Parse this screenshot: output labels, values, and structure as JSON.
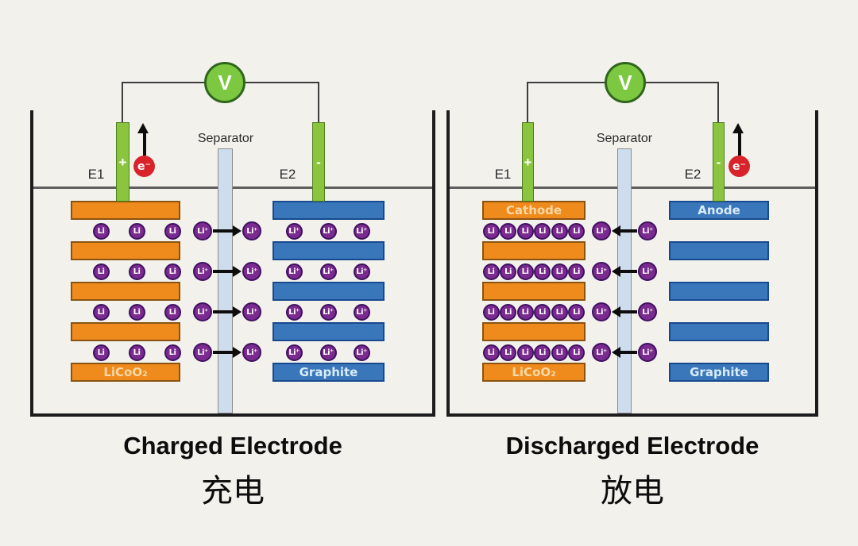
{
  "colors": {
    "background": "#f2f1ec",
    "cathode_orange": "#ef8a1d",
    "cathode_orange_border": "#8a5410",
    "anode_blue": "#3a76ba",
    "anode_blue_border": "#17498e",
    "ion_purple": "#7b2b8f",
    "ion_purple_border": "#3f1160",
    "ion_text": "#ffffff",
    "terminal_green": "#8bc53f",
    "terminal_green_border": "#4e7d1d",
    "voltmeter_green": "#7cc840",
    "voltmeter_green_border": "#2f661c",
    "electron_red": "#d8232a",
    "separator_fill": "#cedded",
    "separator_border": "#8b8b8b",
    "tank_wall": "#1c1c1c",
    "electrolyte_line": "#5e5e5e",
    "wire": "#3d3d3d",
    "arrow_black": "#0d0d0d",
    "label_text": "#2b2b2b",
    "caption_text": "#0c0c0c",
    "cathode_label_text": "#f9d9a6",
    "anode_label_text": "#d9ecf8"
  },
  "panels": [
    {
      "caption_en": "Charged Electrode",
      "caption_zh": "充电",
      "voltmeter_label": "V",
      "separator_label": "Separator",
      "left_terminal_label": "E1",
      "right_terminal_label": "E2",
      "left_terminal_sign": "+",
      "right_terminal_sign": "-",
      "electron_label": "e⁻",
      "shuttle_ion_label": "Li⁺",
      "ion_flow_direction": "left-to-right",
      "electron_side": "left",
      "left_electrode": {
        "top_label": "",
        "material_label": "LiCoO₂",
        "ion_label": "Li",
        "ion_rows": 4,
        "ions_per_row": 3
      },
      "right_electrode": {
        "top_label": "",
        "material_label": "Graphite",
        "ion_label": "Li⁺",
        "ion_rows": 4,
        "ions_per_row": 3
      }
    },
    {
      "caption_en": "Discharged Electrode",
      "caption_zh": "放电",
      "voltmeter_label": "V",
      "separator_label": "Separator",
      "left_terminal_label": "E1",
      "right_terminal_label": "E2",
      "left_terminal_sign": "+",
      "right_terminal_sign": "-",
      "electron_label": "e⁻",
      "shuttle_ion_label": "Li⁺",
      "ion_flow_direction": "right-to-left",
      "electron_side": "right",
      "left_electrode": {
        "top_label": "Cathode",
        "material_label": "LiCoO₂",
        "ion_label": "Li",
        "ion_rows": 4,
        "ions_per_row": 6
      },
      "right_electrode": {
        "top_label": "Anode",
        "material_label": "Graphite",
        "ion_label": "",
        "ion_rows": 0,
        "ions_per_row": 0
      }
    }
  ]
}
